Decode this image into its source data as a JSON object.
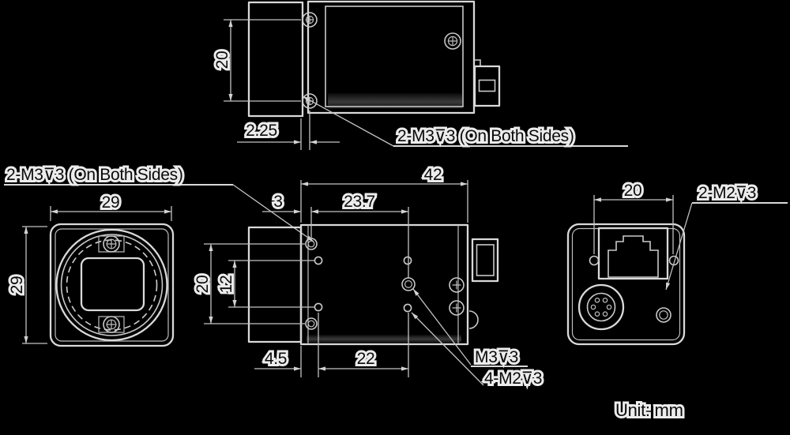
{
  "background": "#000000",
  "palette": {
    "line": "#d9d9d9",
    "dim_line": "#c2c2c2",
    "text": "#0a0a0a",
    "halo": "#ececec"
  },
  "unit_note": "Unit: mm",
  "views": {
    "side": {
      "label_mount_holes": "2-M3⊽3 (On Both Sides)",
      "dims": {
        "body_height": "20",
        "flange_offset": "2.25"
      }
    },
    "front": {
      "label_mount_holes": "2-M3⊽3 (On Both Sides)",
      "dims": {
        "width": "29",
        "height": "29"
      }
    },
    "bottom": {
      "labels": {
        "tripod_hole": "M3⊽3",
        "mount_holes": "4-M2⊽3"
      },
      "dims": {
        "body_length": "42",
        "front_hole_offset": "3",
        "tripod_offset": "23.7",
        "side_hole_pitch": "20",
        "bottom_hole_pitch": "12",
        "front_offset": "4.5",
        "bottom_hole_span": "22"
      }
    },
    "back": {
      "labels": {
        "jack_screw_holes": "2-M2⊽3"
      },
      "dims": {
        "screw_span": "20"
      }
    }
  }
}
